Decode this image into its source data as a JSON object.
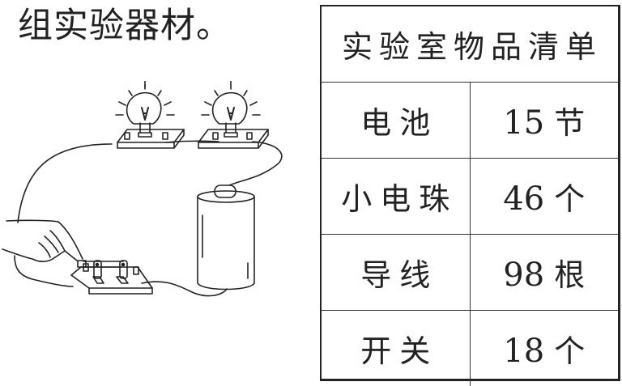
{
  "title": "组实验器材。",
  "figure": {
    "description": "Circuit illustration: two lit light bulbs on bases, a battery, and a knife switch being pressed by a hand, connected by wires",
    "components": [
      "light-bulb",
      "light-bulb",
      "battery",
      "switch",
      "hand",
      "wire"
    ]
  },
  "table": {
    "header": "实验室物品清单",
    "rows": [
      {
        "item": "电池",
        "count": "15",
        "unit": "节"
      },
      {
        "item": "小电珠",
        "count": "46",
        "unit": "个"
      },
      {
        "item": "导线",
        "count": "98",
        "unit": "根"
      },
      {
        "item": "开关",
        "count": "18",
        "unit": "个"
      }
    ]
  }
}
